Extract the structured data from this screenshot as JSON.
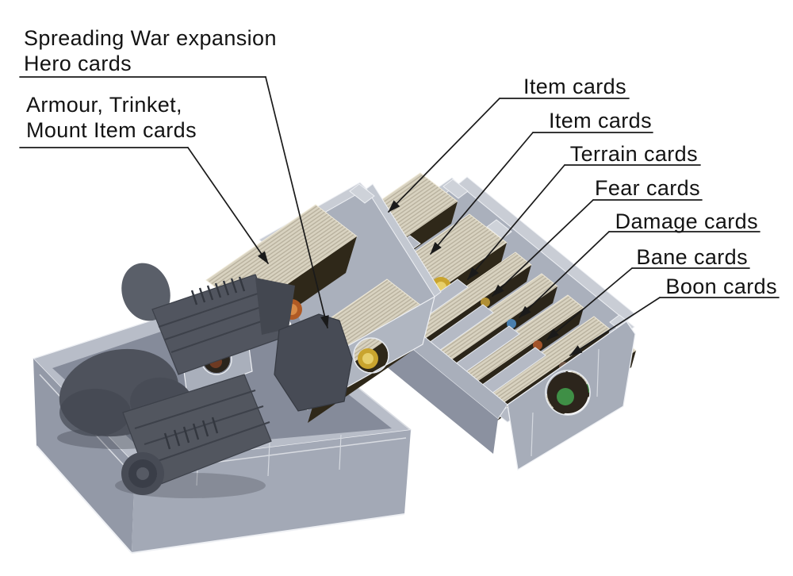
{
  "photo": {
    "subject": "board game organizer insert with miniatures and card decks",
    "background": "#ffffff"
  },
  "labels": [
    {
      "id": "hero",
      "lines": [
        "Spreading War expansion",
        "Hero cards"
      ]
    },
    {
      "id": "armour",
      "lines": [
        "Armour, Trinket,",
        "Mount Item cards"
      ]
    },
    {
      "id": "item1",
      "lines": [
        "Item cards"
      ]
    },
    {
      "id": "item2",
      "lines": [
        "Item cards"
      ]
    },
    {
      "id": "terrain",
      "lines": [
        "Terrain cards"
      ]
    },
    {
      "id": "fear",
      "lines": [
        "Fear cards"
      ]
    },
    {
      "id": "damage",
      "lines": [
        "Damage cards"
      ]
    },
    {
      "id": "bane",
      "lines": [
        "Bane cards"
      ]
    },
    {
      "id": "boon",
      "lines": [
        "Boon cards"
      ]
    }
  ],
  "colors": {
    "background": "#ffffff",
    "annotation_line": "#1a1a1a",
    "annotation_text": "#131313",
    "insert_gray": "#aab0bc",
    "insert_light_edge": "#c9cdd5",
    "insert_shadow": "#8b91a0",
    "card_edge_tan": "#d9d3c1",
    "card_back_brown": "#2f2819",
    "emblem_gold": "#c9a42e",
    "emblem_red": "#b05a24",
    "emblem_green": "#3f8f46",
    "emblem_blue": "#4a7fae",
    "miniature_gray": "#51555f"
  }
}
